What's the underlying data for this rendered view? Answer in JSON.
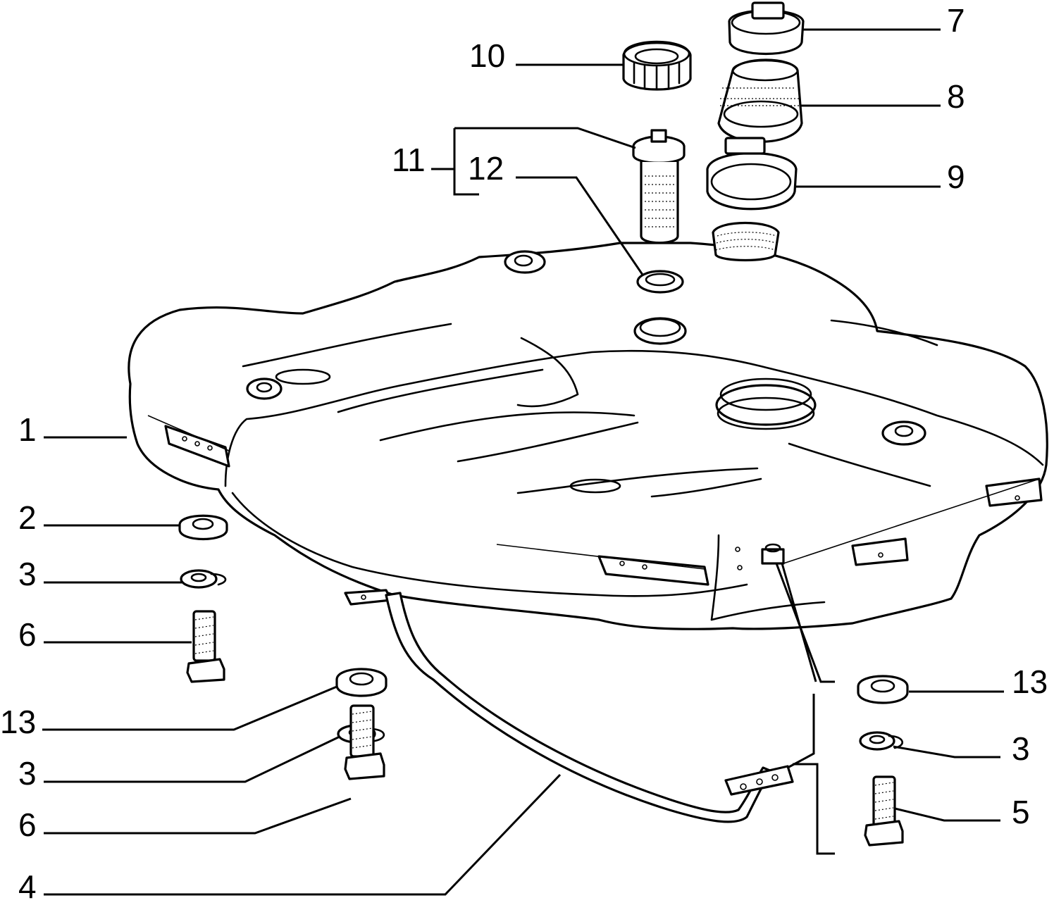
{
  "diagram": {
    "callouts": [
      {
        "id": "c1",
        "label": "1"
      },
      {
        "id": "c2",
        "label": "2"
      },
      {
        "id": "c3a",
        "label": "3"
      },
      {
        "id": "c6a",
        "label": "6"
      },
      {
        "id": "c13a",
        "label": "13"
      },
      {
        "id": "c3b",
        "label": "3"
      },
      {
        "id": "c6b",
        "label": "6"
      },
      {
        "id": "c4",
        "label": "4"
      },
      {
        "id": "c7",
        "label": "7"
      },
      {
        "id": "c8",
        "label": "8"
      },
      {
        "id": "c9",
        "label": "9"
      },
      {
        "id": "c10",
        "label": "10"
      },
      {
        "id": "c11",
        "label": "11"
      },
      {
        "id": "c12",
        "label": "12"
      },
      {
        "id": "c13b",
        "label": "13"
      },
      {
        "id": "c3c",
        "label": "3"
      },
      {
        "id": "c5",
        "label": "5"
      }
    ]
  }
}
